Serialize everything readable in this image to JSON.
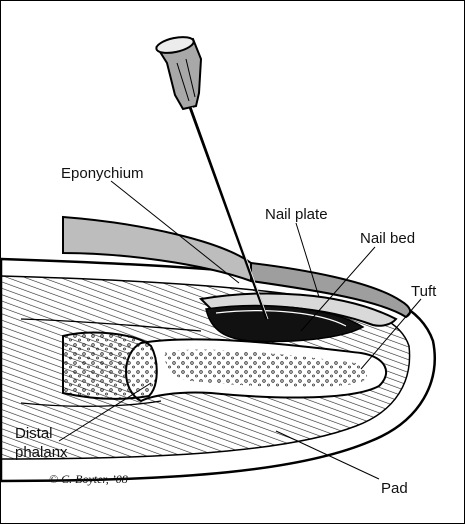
{
  "labels": {
    "eponychium": "Eponychium",
    "nail_plate": "Nail plate",
    "nail_bed": "Nail bed",
    "tuft": "Tuft",
    "distal_line1": "Distal",
    "distal_line2": "phalanx",
    "pad": "Pad"
  },
  "credit": "© C. Boyter, ’08"
}
